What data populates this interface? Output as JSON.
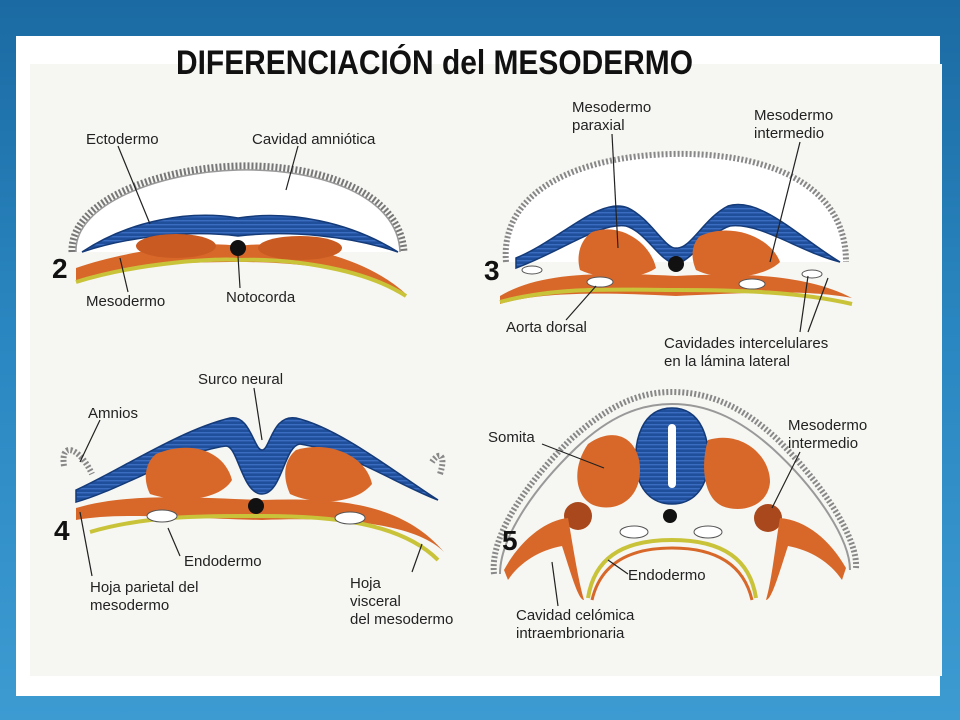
{
  "slide": {
    "title": "DIFERENCIACIÓN del MESODERMO"
  },
  "panels": [
    {
      "number": "2",
      "labels": {
        "ectodermo": "Ectodermo",
        "cavidad_amniotica": "Cavidad amniótica",
        "mesodermo": "Mesodermo",
        "notocorda": "Notocorda"
      }
    },
    {
      "number": "3",
      "labels": {
        "mesodermo_paraxial_1": "Mesodermo",
        "mesodermo_paraxial_2": "paraxial",
        "mesodermo_intermedio_1": "Mesodermo",
        "mesodermo_intermedio_2": "intermedio",
        "aorta_dorsal": "Aorta dorsal",
        "cavidades_1": "Cavidades intercelulares",
        "cavidades_2": "en la lámina lateral"
      }
    },
    {
      "number": "4",
      "labels": {
        "surco_neural": "Surco neural",
        "amnios": "Amnios",
        "endodermo": "Endodermo",
        "hoja_parietal_1": "Hoja parietal del",
        "hoja_parietal_2": "mesodermo",
        "hoja_visceral_1": "Hoja",
        "hoja_visceral_2": "visceral",
        "hoja_visceral_3": "del mesodermo"
      }
    },
    {
      "number": "5",
      "labels": {
        "somita": "Somita",
        "mesodermo_intermedio_1": "Mesodermo",
        "mesodermo_intermedio_2": "intermedio",
        "endodermo": "Endodermo",
        "cavidad_celomica_1": "Cavidad celómica",
        "cavidad_celomica_2": "intraembrionaria"
      }
    }
  ],
  "colors": {
    "ectoderm": "#1f4f9a",
    "mesoderm": "#d8682a",
    "endoderm": "#c9c33a",
    "notochord": "#111111"
  }
}
